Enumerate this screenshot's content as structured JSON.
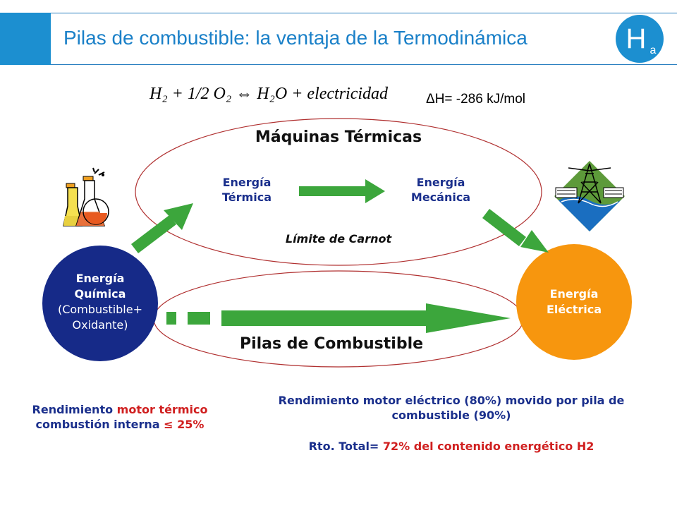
{
  "header": {
    "title": "Pilas de combustible: la ventaja de la Termodinámica",
    "logo_letter": "H",
    "logo_sub": "a",
    "accent_color": "#1c8fd0"
  },
  "equation": {
    "formula": "H₂ + 1/2 O₂ ⇔ H₂O + electricidad",
    "enthalpy": "ΔH= -286 kJ/mol"
  },
  "diagram": {
    "thermal_title": "Máquinas Térmicas",
    "thermal_energy": [
      "Energía",
      "Térmica"
    ],
    "mechanical_energy": [
      "Energía",
      "Mecánica"
    ],
    "carnot_limit": "Límite de Carnot",
    "fuel_cell_title": "Pilas de Combustible",
    "chemical_energy": [
      "Energía",
      "Química",
      "(Combustible+",
      "Oxidante)"
    ],
    "electric_energy": [
      "Energía",
      "Eléctrica"
    ],
    "arrow_color": "#3ca63c",
    "chemical_color": "#162a88",
    "electric_color": "#f7960e"
  },
  "notes": {
    "thermal_eff_a": "Rendimiento ",
    "thermal_eff_b": "motor térmico",
    "thermal_eff_c": "combustión interna ",
    "thermal_eff_d": "≤ 25%",
    "electric_eff_line1": "Rendimiento motor eléctrico (80%) movido por pila de",
    "electric_eff_line2": "combustible (90%)",
    "total_a": "Rto. Total= ",
    "total_b": "72% del contenido energético H2"
  }
}
